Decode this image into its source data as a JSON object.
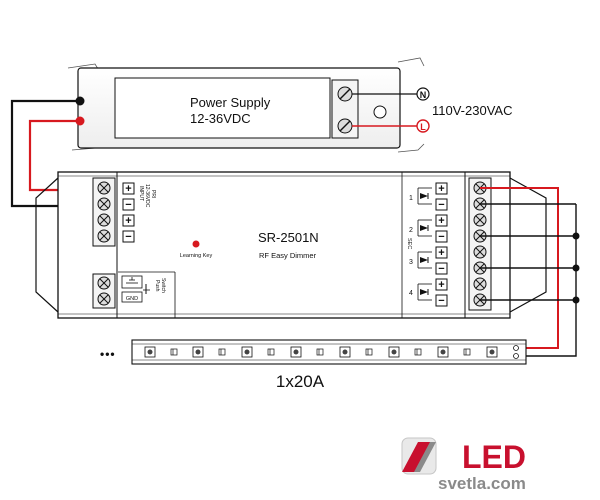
{
  "power_supply": {
    "title": "Power Supply",
    "voltage": "12-36VDC",
    "terminal_n": "N",
    "terminal_l": "L",
    "ac_input": "110V-230VAC"
  },
  "controller": {
    "model": "SR-2501N",
    "subtitle": "RF Easy Dimmer",
    "learning_key": "Learning Key",
    "input_label_1": "INPUT",
    "input_label_2": "12-36VDC",
    "input_label_3": "PRI",
    "push_switch_1": "Push",
    "push_switch_2": "Switch",
    "gnd_label": "GND",
    "sec_label": "SEC",
    "channels": [
      "1",
      "2",
      "3",
      "4"
    ],
    "plus": "+",
    "minus": "−"
  },
  "led_strip": {
    "ellipsis": "•••",
    "current": "1x20A"
  },
  "logo": {
    "brand": "LED",
    "site": "svetla.com"
  },
  "colors": {
    "wire_red": "#d7191f",
    "wire_black": "#111111",
    "logo_red": "#c8102e",
    "logo_gray": "#8a8a8a"
  }
}
